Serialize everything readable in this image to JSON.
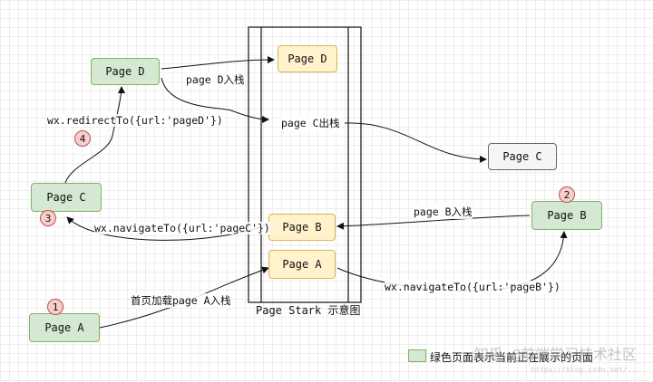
{
  "nodes": {
    "page_d_left": "Page D",
    "page_c_left": "Page C",
    "page_a_left": "Page A",
    "stack_page_d": "Page D",
    "stack_page_b": "Page B",
    "stack_page_a": "Page A",
    "page_c_out": "Page C",
    "page_b_right": "Page B"
  },
  "edge_labels": {
    "d_push": "page D入栈",
    "c_pop": "page C出栈",
    "redirect": "wx.redirectTo({url:'pageD'})",
    "navigate_c": "wx.navigateTo({url:'pageC'})",
    "b_push": "page B入栈",
    "first_load": "首页加载page A入栈",
    "navigate_b": "wx.navigateTo({url:'pageB'})"
  },
  "badges": [
    "1",
    "2",
    "3",
    "4"
  ],
  "stack_caption": "Page Stark 示意图",
  "legend": "绿色页面表示当前正在展示的页面",
  "watermark": "知乎 @前端学习技术社区",
  "watermark_url": "https://blog.csdn.net/..."
}
